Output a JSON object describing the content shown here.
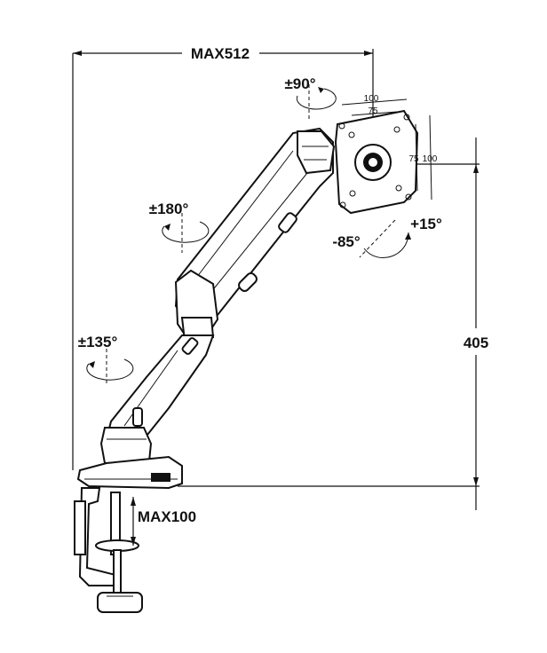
{
  "labels": {
    "max_reach": "MAX512",
    "height": "405",
    "clamp_max": "MAX100",
    "tilt_up": "+15°",
    "tilt_down": "-85°",
    "rotate_90": "±90°",
    "rotate_180": "±180°",
    "rotate_135": "±135°",
    "vesa_100_h": "100",
    "vesa_75_h": "75",
    "vesa_75_v": "75",
    "vesa_100_v": "100"
  }
}
